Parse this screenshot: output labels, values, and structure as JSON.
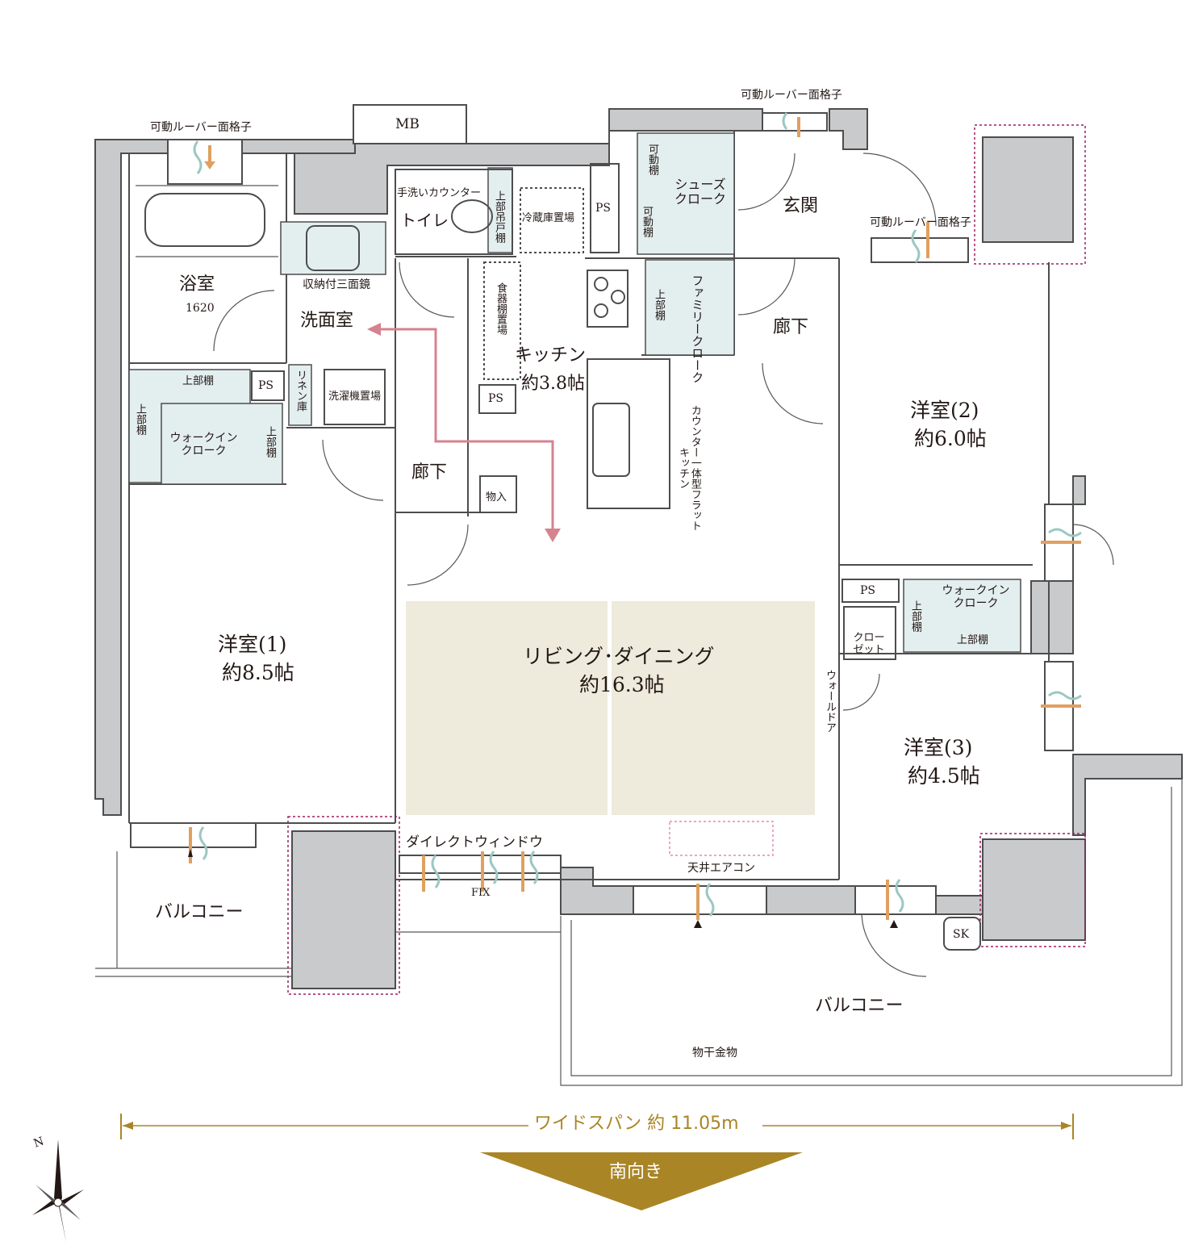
{
  "labels": {
    "louver_top_left": "可動ルーバー面格子",
    "louver_top_right": "可動ルーバー面格子",
    "louver_entrance": "可動ルーバー面格子",
    "mb": "MB",
    "bath": "浴室",
    "bath_size": "1620",
    "mirror": "収納付三面鏡",
    "washroom": "洗面室",
    "handwash": "手洗いカウンター",
    "toilet": "トイレ",
    "upper_hanging": "上部吊戸棚",
    "fridge": "冷蔵庫置場",
    "ps_kitchen_top": "PS",
    "ps_kitchen": "PS",
    "ps_wash": "PS",
    "ps_room2": "PS",
    "movable_shelf1": "可動棚",
    "movable_shelf2": "可動棚",
    "shoes": "シューズクローク",
    "genkan": "玄関",
    "upper_shelf_fam": "上部棚",
    "family_cloak": "ファミリークローク",
    "hallway_east": "廊下",
    "dish": "食器棚置場",
    "kitchen": "キッチン",
    "kitchen_size": "約3.8帖",
    "counter": "カウンター一体型フラットキッチン",
    "upper_shelf_wic1_top": "上部棚",
    "upper_shelf_wic1_left": "上部棚",
    "upper_shelf_wic1_right": "上部棚",
    "linen": "リネン庫",
    "washer": "洗濯機置場",
    "wic1": "ウォークインクローク",
    "hallway_center": "廊下",
    "storage": "物入",
    "room1": "洋室(1)",
    "room1_size": "約8.5帖",
    "ldk": "リビング･ダイニング",
    "ldk_size": "約16.3帖",
    "room2": "洋室(2)",
    "room2_size": "約6.0帖",
    "wic2": "ウォークインクローク",
    "upper_shelf_wic2_left": "上部棚",
    "upper_shelf_wic2_bottom": "上部棚",
    "closet": "クローゼット",
    "wall_door": "ウォールドア",
    "room3": "洋室(3)",
    "room3_size": "約4.5帖",
    "direct_window": "ダイレクトウィンドウ",
    "fix": "FIX",
    "ceiling_ac": "天井エアコン",
    "sk": "SK",
    "balcony_left": "バルコニー",
    "balcony_main": "バルコニー",
    "drying": "物干金物",
    "wide_span": "ワイドスパン 約 11.05m",
    "south": "南向き",
    "north": "N"
  },
  "colors": {
    "wall": "#c9cacb",
    "storage_fill": "#e3eeef",
    "ldk_fill": "#eeeadc",
    "route": "#d4838f",
    "airflow": "#e0a060",
    "breeze": "#9cc7c4",
    "gold": "#a98526",
    "outline_dash": "#9e1f63"
  },
  "icons": [
    "north-arrow-icon",
    "south-direction-icon",
    "airflow-arrow-icon",
    "stove-icon",
    "bathtub-icon",
    "toilet-icon",
    "sink-icon"
  ]
}
